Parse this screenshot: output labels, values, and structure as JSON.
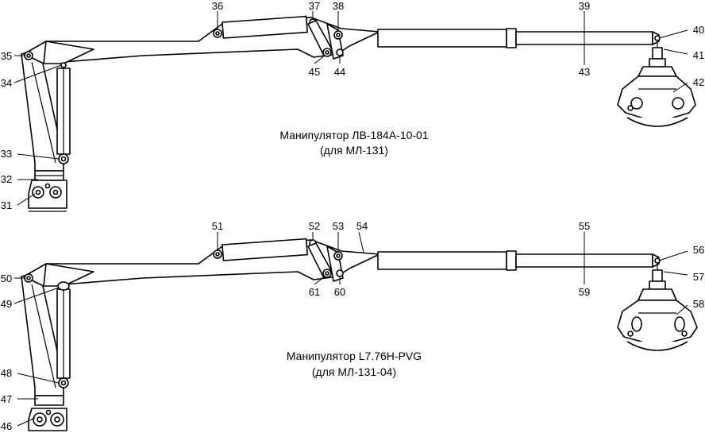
{
  "upper": {
    "caption_line1": "Манипулятор   ЛВ-184А-10-01",
    "caption_line2": "(для МЛ-131)",
    "labels": {
      "l36": "36",
      "l37": "37",
      "l38": "38",
      "l39": "39",
      "l40": "40",
      "l41": "41",
      "l42": "42",
      "l43": "43",
      "l44": "44",
      "l45": "45",
      "l35": "35",
      "l34": "34",
      "l33": "33",
      "l32": "32",
      "l31": "31"
    }
  },
  "lower": {
    "caption_line1": "Манипулятор   L7.76H-PVG",
    "caption_line2": "(для МЛ-131-04)",
    "labels": {
      "l51": "51",
      "l52": "52",
      "l53": "53",
      "l54": "54",
      "l55": "55",
      "l56": "56",
      "l57": "57",
      "l58": "58",
      "l59": "59",
      "l60": "60",
      "l61": "61",
      "l50": "50",
      "l49": "49",
      "l48": "48",
      "l47": "47",
      "l46": "46"
    }
  }
}
